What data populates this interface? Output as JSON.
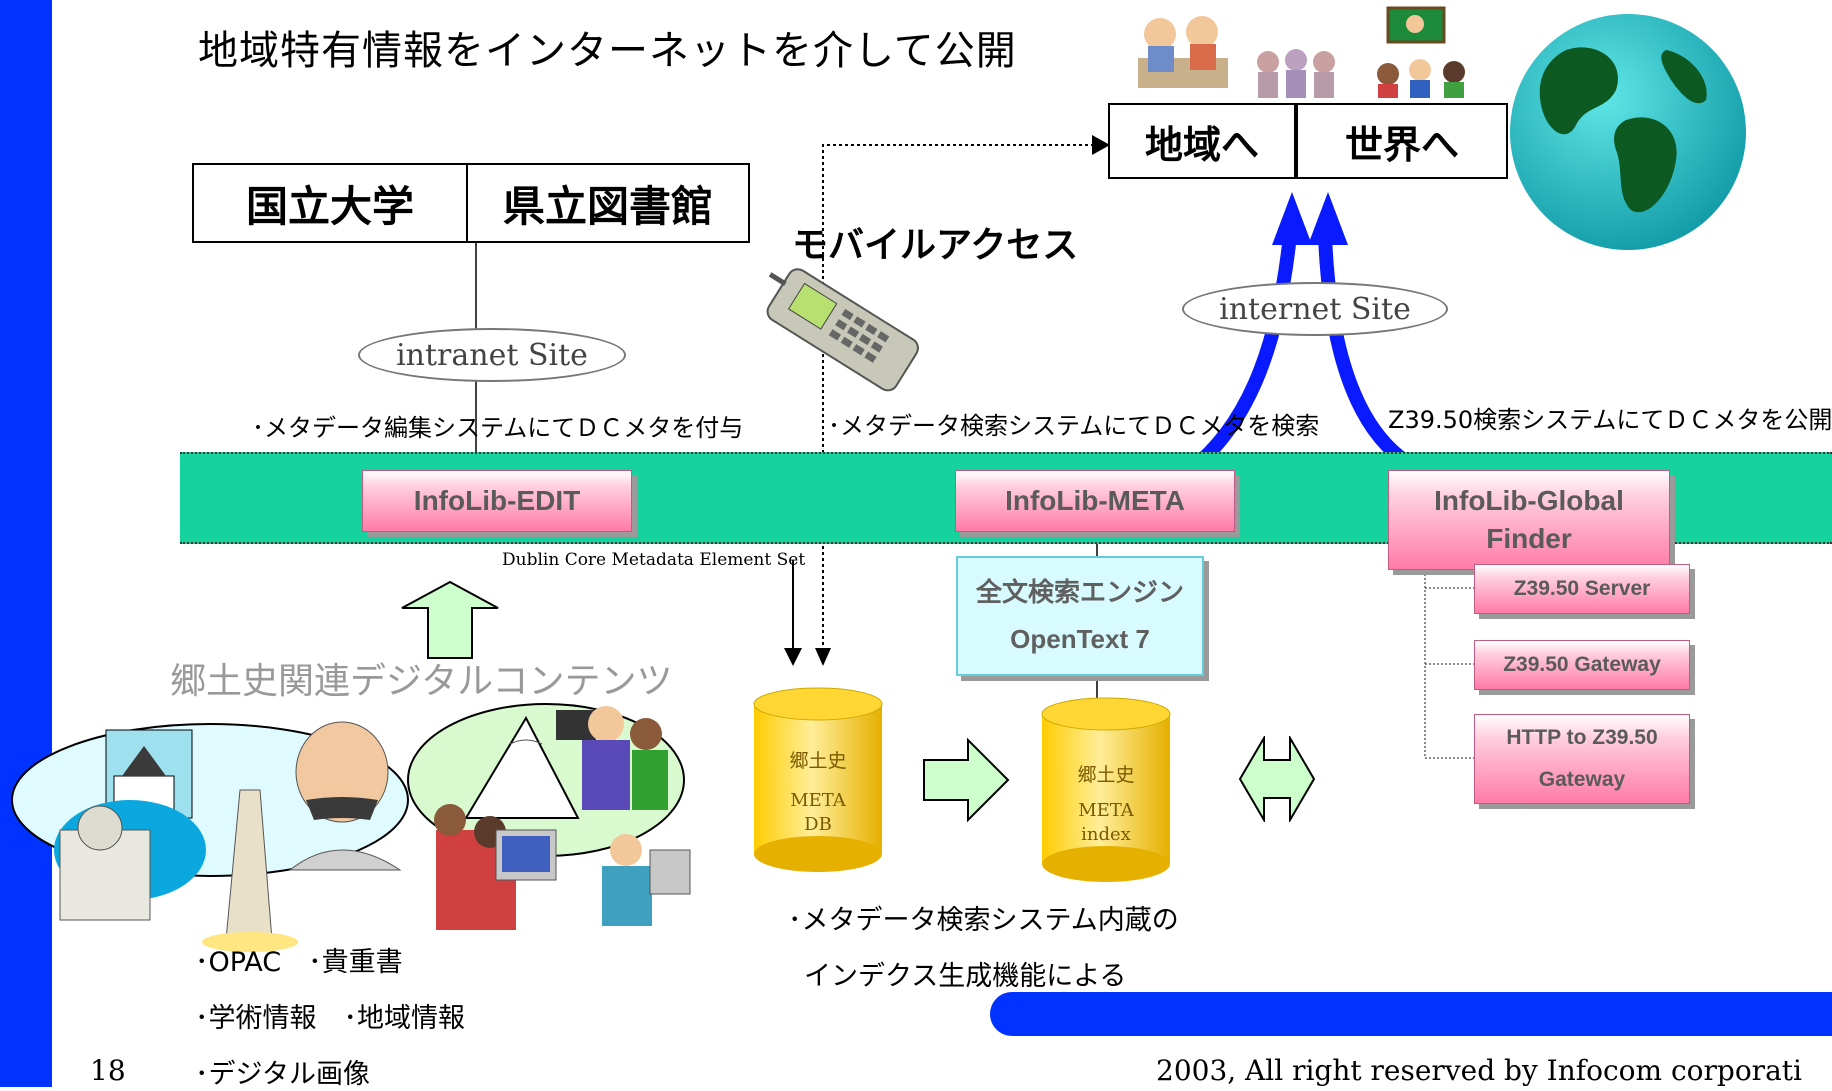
{
  "slide": {
    "title": "地域特有情報をインターネットを介して公開",
    "page_number": "18",
    "copyright": "2003, All right reserved by Infocom corporati"
  },
  "boxes": {
    "kokuritsu": "国立大学",
    "kenritsu": "県立図書館",
    "chiiki": "地域へ",
    "sekai": "世界へ"
  },
  "mobile_access": "モバイルアクセス",
  "sites": {
    "intranet": "intranet Site",
    "internet": "internet Site"
  },
  "captions": {
    "edit_caption": "･メタデータ編集システムにてＤＣメタを付与",
    "search_caption": "･メタデータ検索システムにてＤＣメタを検索",
    "z3950_caption": "Z39.50検索システムにてＤＣメタを公開",
    "dublin_core": "Dublin Core Metadata Element Set",
    "index_line1": "･メタデータ検索システム内蔵の",
    "index_line2": "インデクス生成機能による"
  },
  "modules": {
    "edit": "InfoLib-EDIT",
    "meta": "InfoLib-META",
    "global_line1": "InfoLib-Global",
    "global_line2": "Finder",
    "z_server": "Z39.50 Server",
    "z_gateway": "Z39.50 Gateway",
    "http_line1": "HTTP to Z39.50",
    "http_line2": "Gateway"
  },
  "engine": {
    "line1": "全文検索エンジン",
    "line2": "OpenText 7"
  },
  "databases": {
    "db1": {
      "line1": "郷土史",
      "line2": "META",
      "line3": "DB"
    },
    "db2": {
      "line1": "郷土史",
      "line2": "META",
      "line3": "index"
    }
  },
  "local_history": "郷土史関連デジタルコンテンツ",
  "content_types": {
    "row1": "･OPAC　･貴重書",
    "row2": "･学術情報　･地域情報",
    "row3": "･デジタル画像"
  },
  "colors": {
    "left_bar": "#0033ff",
    "band": "#16d39d",
    "module_pink": "#ff7aa8",
    "engine_cyan": "#d7fbff",
    "cylinder_yellow": "#ffcc00",
    "internet_arrow": "#0a1aff"
  }
}
